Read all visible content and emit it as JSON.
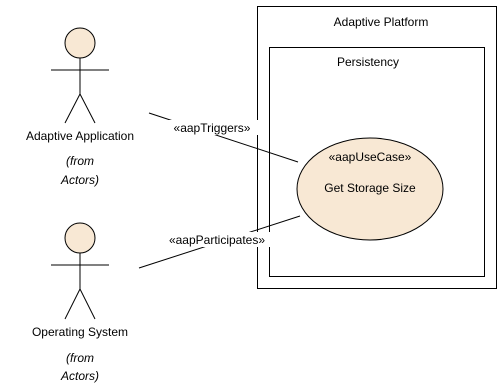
{
  "actors": [
    {
      "name": "Adaptive Application",
      "source_line1": "(from",
      "source_line2": "Actors)"
    },
    {
      "name": "Operating System",
      "source_line1": "(from",
      "source_line2": "Actors)"
    }
  ],
  "boundaries": {
    "platform": "Adaptive Platform",
    "feature": "Persistency"
  },
  "use_case": {
    "stereotype": "«aapUseCase»",
    "name": "Get Storage Size"
  },
  "associations": [
    {
      "stereotype": "«aapTriggers»"
    },
    {
      "stereotype": "«aapParticipates»"
    }
  ],
  "colors": {
    "actor_fill": "#F8E8D4",
    "use_case_fill": "#F8E8D4",
    "line": "#000000"
  }
}
